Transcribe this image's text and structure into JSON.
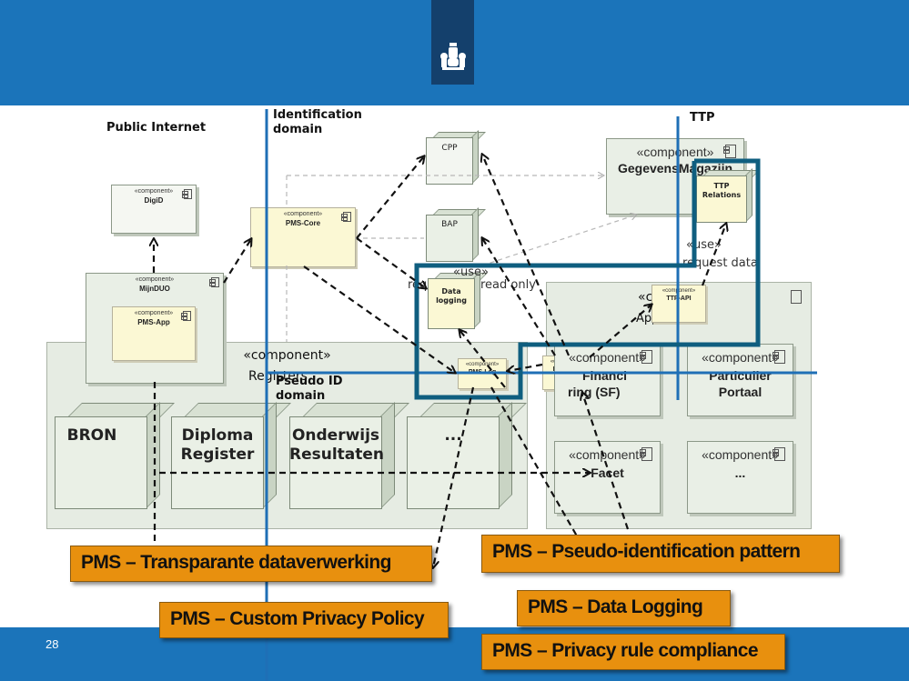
{
  "slide": {
    "page_number": "28"
  },
  "domains": {
    "public_internet": "Public Internet",
    "identification_line1": "Identification",
    "identification_line2": "domain",
    "ttp": "TTP",
    "pseudo_line1": "Pseudo ID",
    "pseudo_line2": "domain"
  },
  "components": {
    "stereotype": "«component»",
    "registers_name": "Registers",
    "app_stereo": "«co",
    "app_name": "Apps Store",
    "digid": "DigiD",
    "mijnduo": "MijnDUO",
    "pms_app": "PMS-App",
    "pms_core": "PMS-Core",
    "pms_log": "PMS-Log",
    "pms_ttp": "PMS-TTP",
    "ttp_api": "TTP-API",
    "gegevens": "GegevensMagazijn",
    "studie_fin_1": "Financi",
    "studie_fin_2": "ring (SF)",
    "particulier_1": "Particulier",
    "particulier_2": "Portaal",
    "facet": "Facet",
    "more": "..."
  },
  "nodes": {
    "cpp": "CPP",
    "bap": "BAP",
    "data_logging_1": "Data",
    "data_logging_2": "logging",
    "ttp_relations_1": "TTP",
    "ttp_relations_2": "Relations",
    "bron": "BRON",
    "diploma_1": "Diploma",
    "diploma_2": "Register",
    "onderwijs_1": "Onderwijs",
    "onderwijs_2": "Resultaten",
    "more": "..."
  },
  "notes": {
    "use1": "«use»",
    "request_data": "request data",
    "use2": "«use»",
    "read_only": "read only",
    "req": "req"
  },
  "patterns": [
    "PMS – Transparante dataverwerking",
    "PMS – Custom Privacy Policy",
    "PMS – Pseudo-identification pattern",
    "PMS – Data Logging",
    "PMS – Privacy rule compliance"
  ],
  "colors": {
    "bar_blue": "#1b74ba",
    "logo_navy": "#14406c",
    "teal_frame": "#0f5e7f",
    "domain_line": "#1f6fb6",
    "pattern_orange": "#e8900e"
  }
}
